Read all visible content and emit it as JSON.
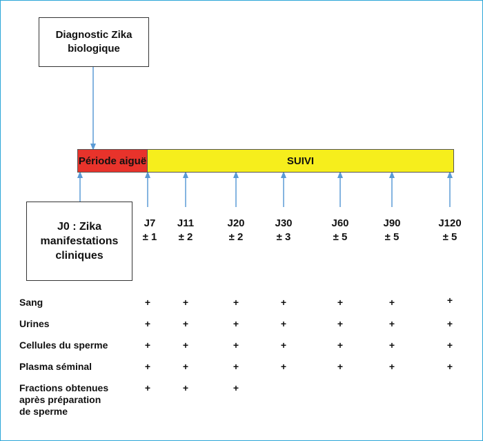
{
  "diagnosis_box": {
    "text": "Diagnostic Zika\nbiologique"
  },
  "onset_box": {
    "text": "J0 : Zika\nmanifestations\ncliniques"
  },
  "timeline": {
    "acute_label": "Période aiguë",
    "followup_label": "SUIVI",
    "acute_color": "#e8332b",
    "followup_color": "#f6ee1c",
    "arrow_color": "#5b9bd5"
  },
  "time_points": [
    {
      "day": "J7",
      "tolerance": "± 1"
    },
    {
      "day": "J11",
      "tolerance": "± 2"
    },
    {
      "day": "J20",
      "tolerance": "± 2"
    },
    {
      "day": "J30",
      "tolerance": "± 3"
    },
    {
      "day": "J60",
      "tolerance": "± 5"
    },
    {
      "day": "J90",
      "tolerance": "± 5"
    },
    {
      "day": "J120",
      "tolerance": "± 5"
    }
  ],
  "samples": [
    {
      "label": "Sang",
      "marks": [
        "+",
        "+",
        "+",
        "+",
        "+",
        "+",
        "+"
      ]
    },
    {
      "label": "Urines",
      "marks": [
        "+",
        "+",
        "+",
        "+",
        "+",
        "+",
        "+"
      ]
    },
    {
      "label": "Cellules du sperme",
      "marks": [
        "+",
        "+",
        "+",
        "+",
        "+",
        "+",
        "+"
      ]
    },
    {
      "label": "Plasma séminal",
      "marks": [
        "+",
        "+",
        "+",
        "+",
        "+",
        "+",
        "+"
      ]
    },
    {
      "label": "Fractions obtenues\naprès préparation\nde sperme",
      "marks": [
        "+",
        "+",
        "+",
        "",
        "",
        "",
        ""
      ]
    }
  ]
}
